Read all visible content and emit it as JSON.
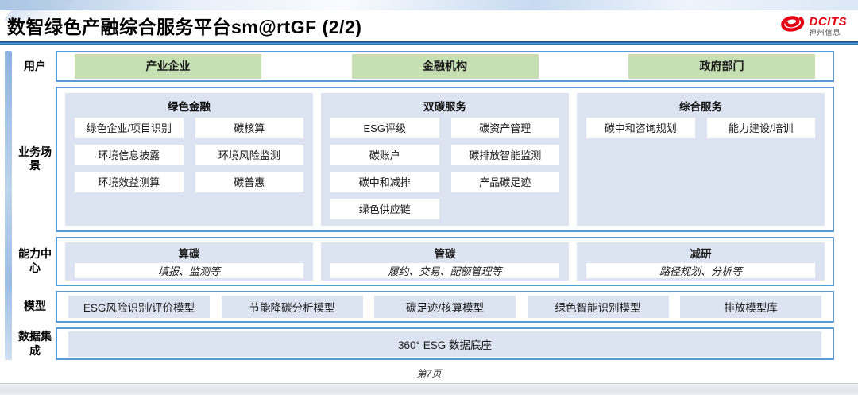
{
  "header": {
    "title": "数智绿色产融综合服务平台sm@rtGF (2/2)",
    "logo": {
      "brand": "DCITS",
      "company": "神州信息"
    }
  },
  "rows": {
    "users": {
      "label": "用户",
      "items": [
        "产业企业",
        "金融机构",
        "政府部门"
      ]
    },
    "scenarios": {
      "label": "业务场景",
      "columns": [
        {
          "title": "绿色金融",
          "items": [
            "绿色企业/项目识别",
            "碳核算",
            "环境信息披露",
            "环境风险监测",
            "环境效益测算",
            "碳普惠"
          ]
        },
        {
          "title": "双碳服务",
          "items": [
            "ESG评级",
            "碳资产管理",
            "碳账户",
            "碳排放智能监测",
            "碳中和减排",
            "产品碳足迹",
            "绿色供应链"
          ]
        },
        {
          "title": "综合服务",
          "items": [
            "碳中和咨询规划",
            "能力建设/培训"
          ]
        }
      ]
    },
    "capabilities": {
      "label": "能力中心",
      "columns": [
        {
          "title": "算碳",
          "desc": "填报、监测等"
        },
        {
          "title": "管碳",
          "desc": "履约、交易、配额管理等"
        },
        {
          "title": "减研",
          "desc": "路径规划、分析等"
        }
      ]
    },
    "models": {
      "label": "模型",
      "items": [
        "ESG风险识别/评价模型",
        "节能降碳分析模型",
        "碳足迹/核算模型",
        "绿色智能识别模型",
        "排放模型库"
      ]
    },
    "data_integration": {
      "label": "数据集成",
      "items": [
        "360° ESG 数据底座"
      ]
    }
  },
  "footer": {
    "page": "第7页"
  },
  "colors": {
    "border_blue": "#5B9BD5",
    "chip_green": "#C6E0B4",
    "panel_blue": "#DCE4F2",
    "brand_red": "#E60012",
    "rule_blue": "#2E7CC0"
  }
}
